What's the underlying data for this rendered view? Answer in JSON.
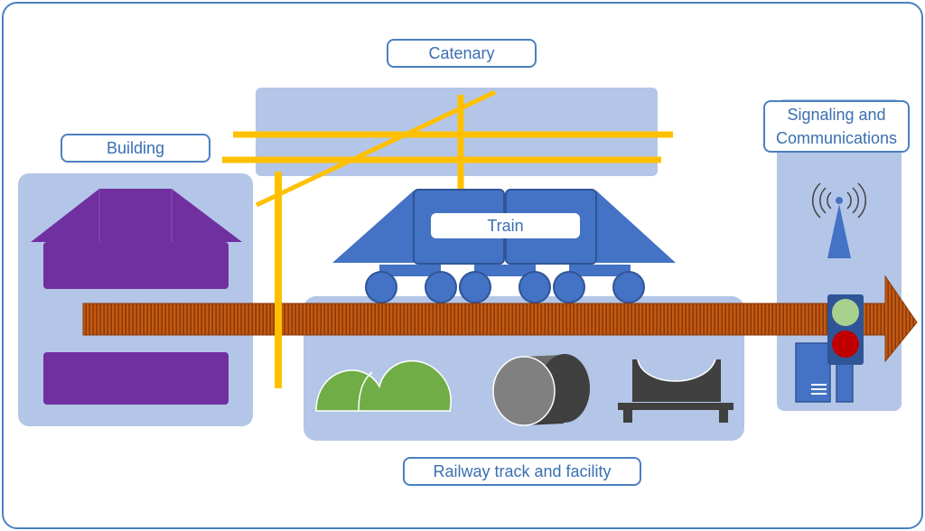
{
  "labels": {
    "catenary": "Catenary",
    "building": "Building",
    "train": "Train",
    "signaling": "Signaling and Communications",
    "railway": "Railway track and facility"
  },
  "colors": {
    "frame_border": "#4a80c0",
    "panel_fill": "#b4c6e7",
    "label_text": "#3a6fb0",
    "train_blue": "#4472c4",
    "house_purple": "#7030a0",
    "catenary_yellow": "#ffc000",
    "track_brown": "#c55a11",
    "bush_green": "#70ad47",
    "pipe_gray": "#7f7f7f",
    "signal_green": "#a9d18e",
    "signal_red": "#c00000"
  },
  "icons": [
    "house-icon",
    "train-icon",
    "bush-icon",
    "pipe-icon",
    "bridge-icon",
    "radio-tower-icon",
    "traffic-light-icon",
    "server-icon",
    "track-arrow"
  ]
}
